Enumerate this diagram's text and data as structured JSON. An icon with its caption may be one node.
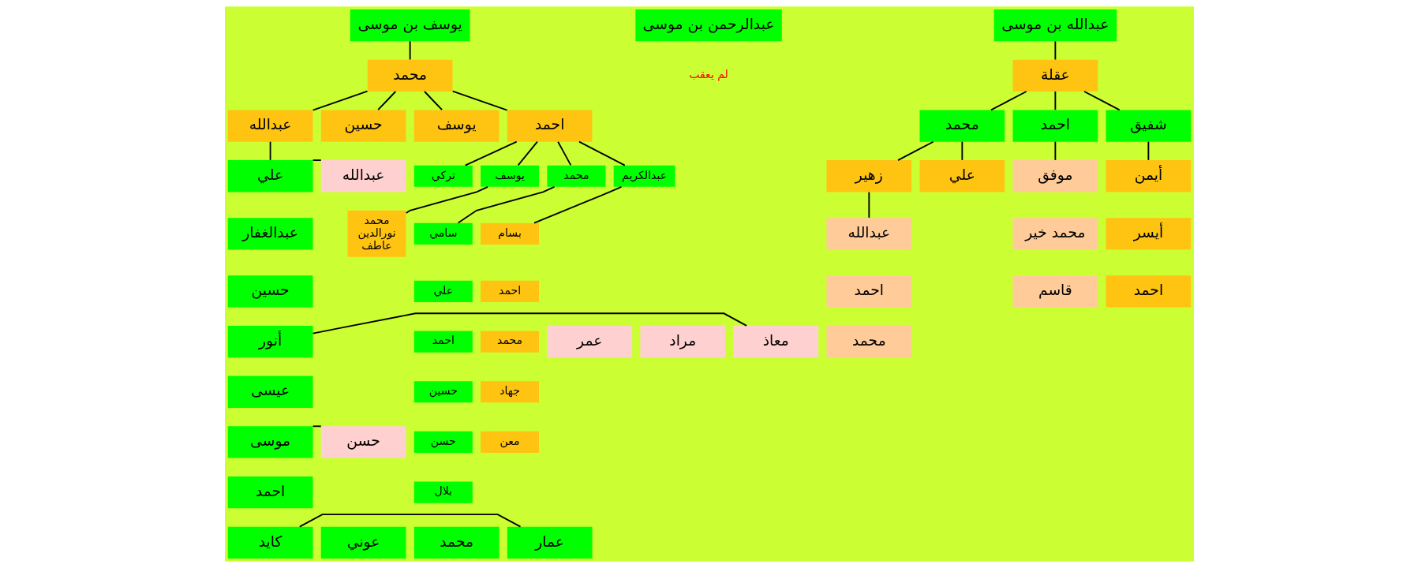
{
  "diagram": {
    "nodes": [
      {
        "text": [
          "يوسف بن موسى"
        ]
      },
      {
        "text": [
          "محمد"
        ]
      },
      {
        "text": [
          "عبدالله"
        ]
      },
      {
        "text": [
          "حسين"
        ]
      },
      {
        "text": [
          "يوسف"
        ]
      },
      {
        "text": [
          "احمد"
        ]
      },
      {
        "text": [
          "تركي"
        ]
      },
      {
        "text": [
          "يوسف"
        ]
      },
      {
        "text": [
          "محمد"
        ]
      },
      {
        "text": [
          "عبدالكريم"
        ]
      },
      {
        "text": [
          "بسام"
        ]
      },
      {
        "text": [
          "احمد"
        ]
      },
      {
        "text": [
          "محمد"
        ]
      },
      {
        "text": [
          "جهاد"
        ]
      },
      {
        "text": [
          "معن"
        ]
      },
      {
        "text": [
          "سامي"
        ]
      },
      {
        "text": [
          "علي"
        ]
      },
      {
        "text": [
          "احمد"
        ]
      },
      {
        "text": [
          "حسين"
        ]
      },
      {
        "text": [
          "حسن"
        ]
      },
      {
        "text": [
          "بلال"
        ]
      },
      {
        "text": [
          "محمد",
          "نورالدين",
          "عاطف"
        ]
      },
      {
        "text": [
          "علي"
        ]
      },
      {
        "text": [
          "عبدالغفار"
        ]
      },
      {
        "text": [
          "حسين"
        ]
      },
      {
        "text": [
          "أنور"
        ]
      },
      {
        "text": [
          "عيسى"
        ]
      },
      {
        "text": [
          "موسى"
        ]
      },
      {
        "text": [
          "احمد"
        ]
      },
      {
        "text": [
          "كايد"
        ]
      },
      {
        "text": [
          "عبدالله"
        ]
      },
      {
        "text": [
          "معاذ"
        ]
      },
      {
        "text": [
          "مراد"
        ]
      },
      {
        "text": [
          "عمر"
        ]
      },
      {
        "text": [
          "حسن"
        ]
      },
      {
        "text": [
          "عمار"
        ]
      },
      {
        "text": [
          "محمد"
        ]
      },
      {
        "text": [
          "عوني"
        ]
      },
      {
        "text": [
          "عبدالرحمن بن موسى"
        ],
        "beside": [
          "لم يعقب"
        ]
      },
      {
        "text": [
          "عبدالله بن موسى"
        ]
      },
      {
        "text": [
          "عقلة"
        ]
      },
      {
        "text": [
          "محمد"
        ]
      },
      {
        "text": [
          "احمد"
        ]
      },
      {
        "text": [
          "شفيق"
        ]
      },
      {
        "text": [
          "زهير"
        ]
      },
      {
        "text": [
          "علي"
        ]
      },
      {
        "text": [
          "عبدالله"
        ]
      },
      {
        "text": [
          "احمد"
        ]
      },
      {
        "text": [
          "محمد"
        ]
      },
      {
        "text": [
          "موفق"
        ]
      },
      {
        "text": [
          "محمد خير"
        ]
      },
      {
        "text": [
          "قاسم"
        ]
      },
      {
        "text": [
          "أيمن"
        ]
      },
      {
        "text": [
          "أيسر"
        ]
      },
      {
        "text": [
          "احمد"
        ]
      }
    ],
    "edges": [
      {
        "from": 0,
        "to": 1,
        "arrow": "none"
      },
      {
        "from": 1,
        "to": 2,
        "arrow": "none"
      },
      {
        "from": 1,
        "to": 3,
        "arrow": "none"
      },
      {
        "from": 1,
        "to": 4,
        "arrow": "none"
      },
      {
        "from": 1,
        "to": 5,
        "arrow": "none"
      },
      {
        "from": 5,
        "to": 6,
        "arrow": "none"
      },
      {
        "from": 5,
        "to": 7,
        "arrow": "none"
      },
      {
        "from": 5,
        "to": 8,
        "arrow": "none"
      },
      {
        "from": 5,
        "to": 9,
        "arrow": "none"
      },
      {
        "from": 9,
        "to": 10,
        "arrow": "none"
      },
      {
        "from": 8,
        "to": 15,
        "arrow": "none"
      },
      {
        "from": 7,
        "to": 21,
        "arrow": "none"
      },
      {
        "from": 2,
        "to": 22,
        "arrow": "none"
      },
      {
        "from": 22,
        "to": 30,
        "arrow": "none"
      },
      {
        "from": 25,
        "to": 31,
        "arrow": "none"
      },
      {
        "from": 27,
        "to": 34,
        "arrow": "none"
      },
      {
        "from": 29,
        "to": 35,
        "arrow": "none"
      },
      {
        "from": 39,
        "to": 40,
        "arrow": "none"
      },
      {
        "from": 40,
        "to": 41,
        "arrow": "none"
      },
      {
        "from": 40,
        "to": 42,
        "arrow": "none"
      },
      {
        "from": 40,
        "to": 43,
        "arrow": "none"
      },
      {
        "from": 41,
        "to": 44,
        "arrow": "none"
      },
      {
        "from": 41,
        "to": 45,
        "arrow": "none"
      },
      {
        "from": 44,
        "to": 46,
        "arrow": "none"
      },
      {
        "from": 42,
        "to": 49,
        "arrow": "none"
      },
      {
        "from": 43,
        "to": 52,
        "arrow": "none"
      }
    ]
  }
}
